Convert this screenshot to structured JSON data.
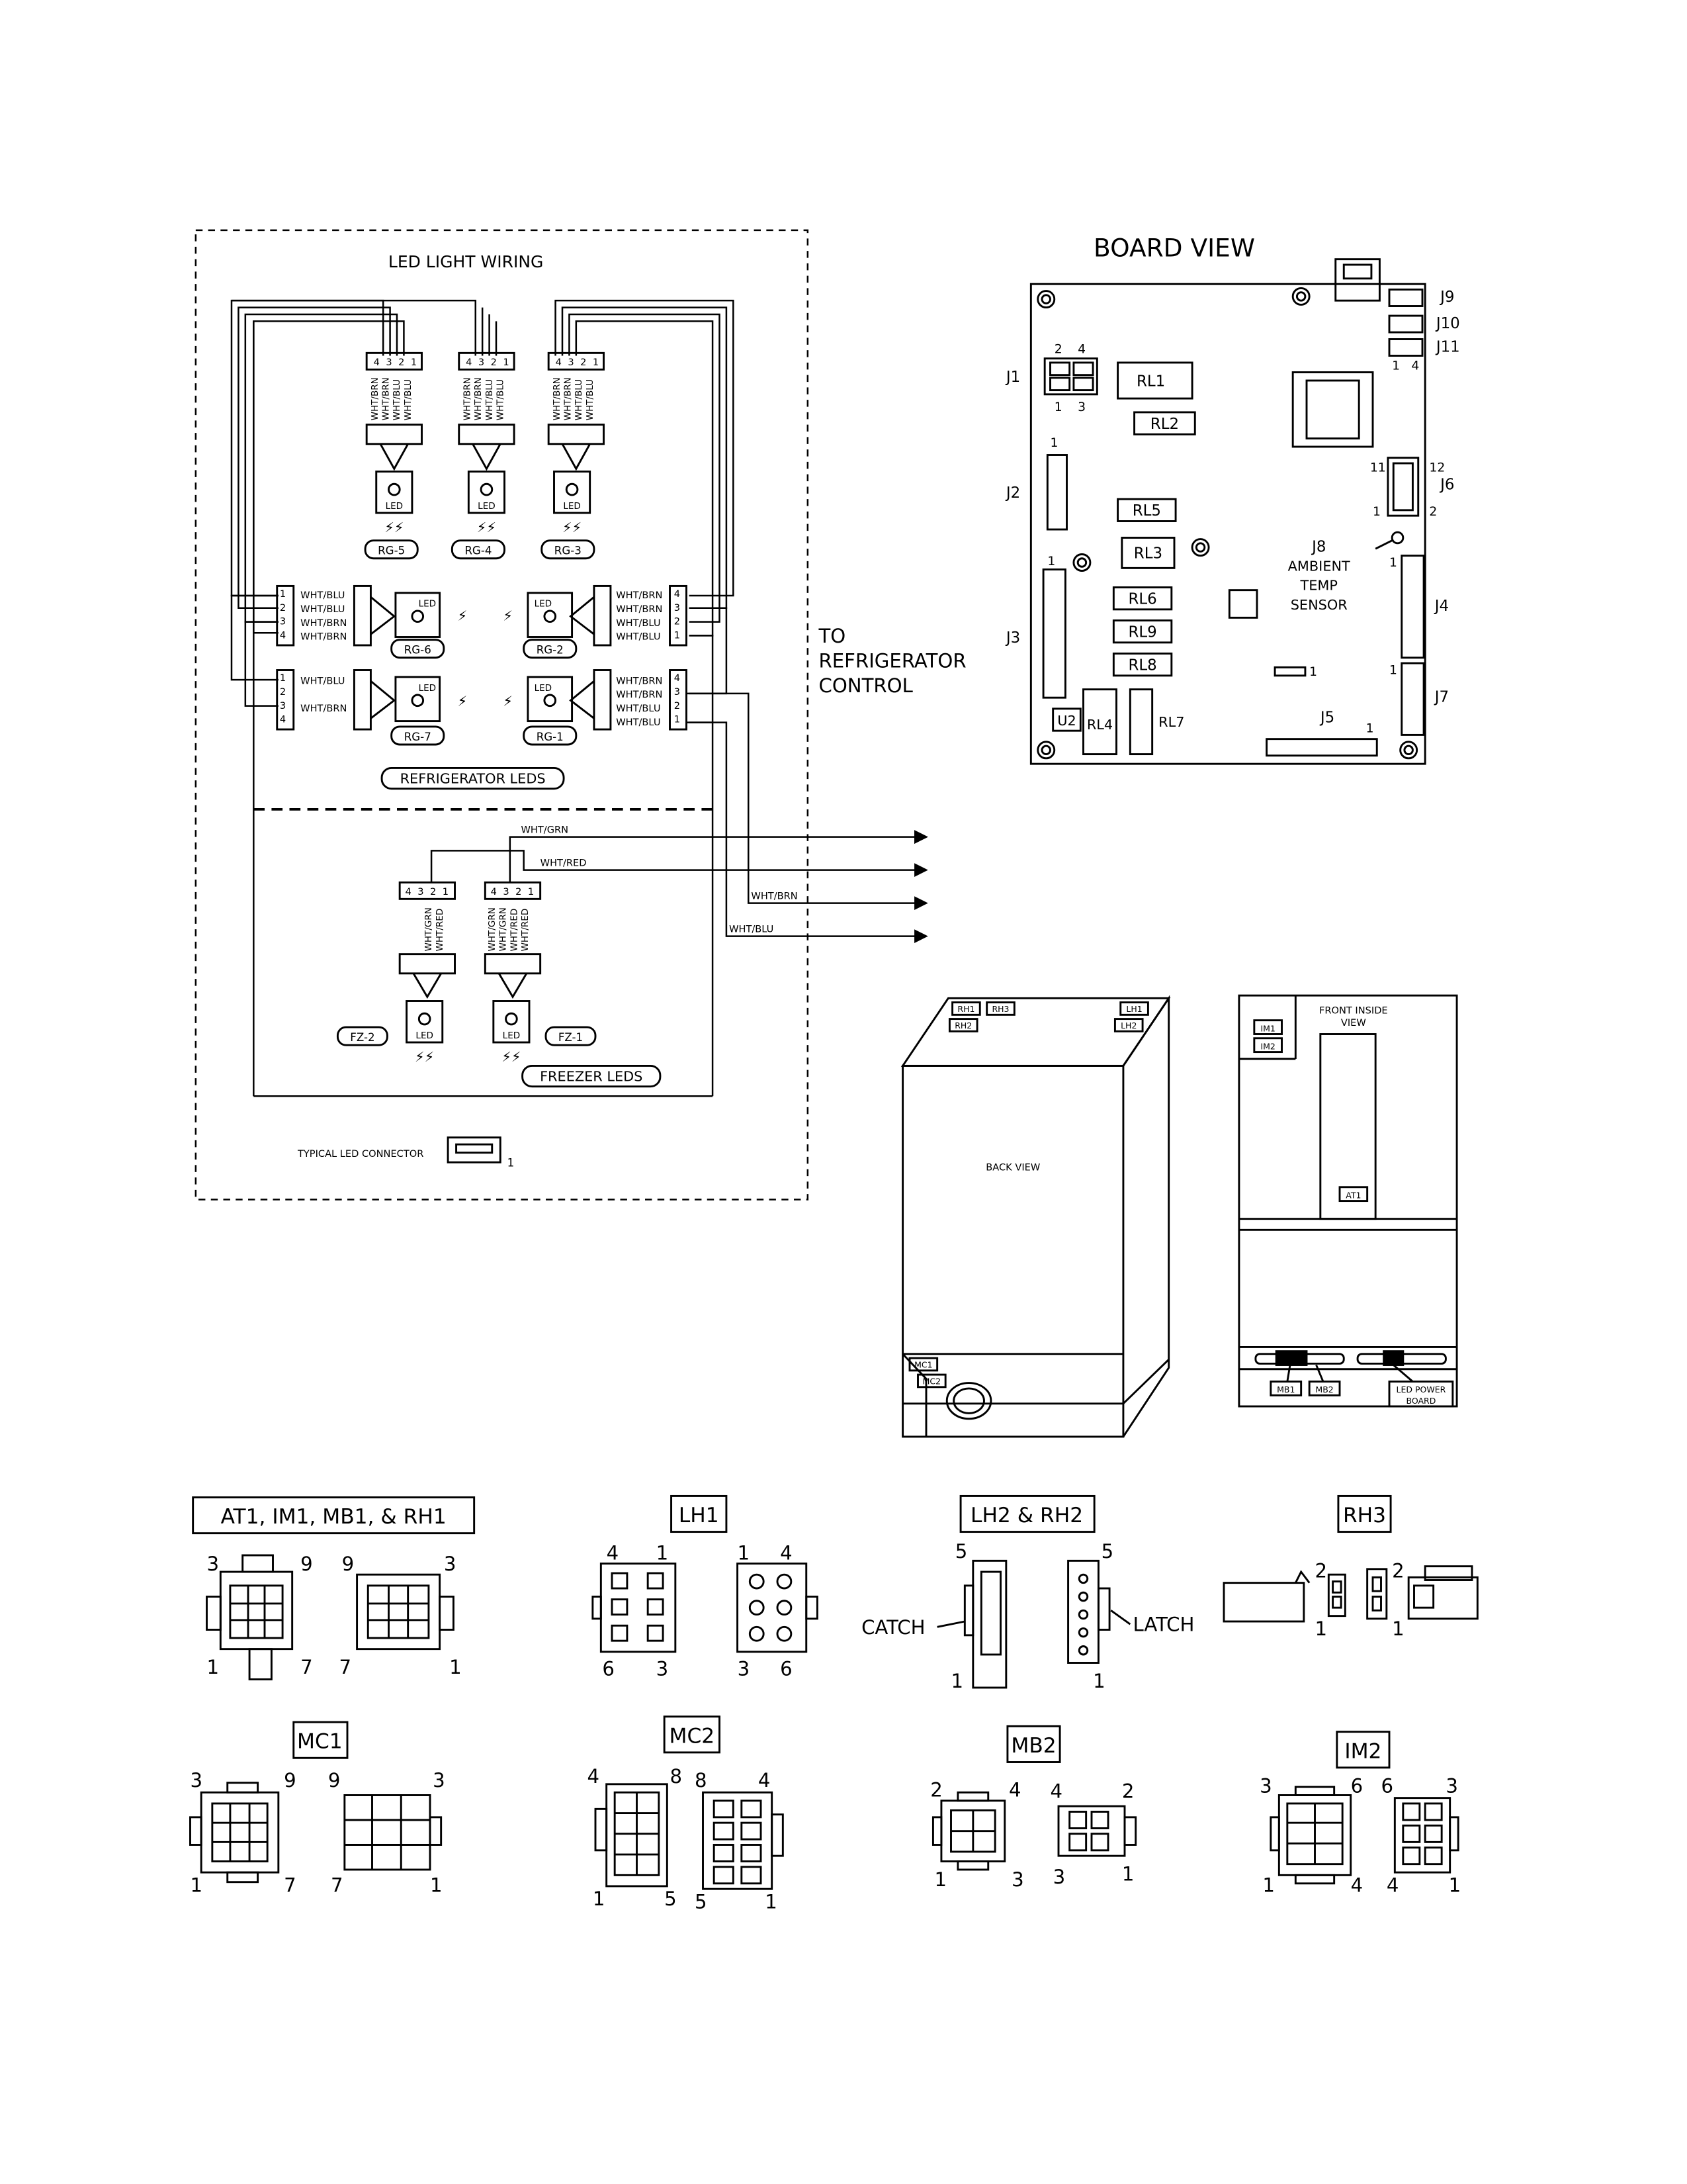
{
  "led_wiring": {
    "title": "LED LIGHT WIRING",
    "wire_brn": "WHT/BRN",
    "wire_blu": "WHT/BLU",
    "wire_grn": "WHT/GRN",
    "wire_red": "WHT/RED",
    "led_label": "LED",
    "top_leds": [
      "RG-5",
      "RG-4",
      "RG-3"
    ],
    "mid_leds": [
      "RG-6",
      "RG-2"
    ],
    "low_leds": [
      "RG-7",
      "RG-1"
    ],
    "freezer_led_tags": [
      "FZ-2",
      "FZ-1"
    ],
    "refrigerator_leds": "REFRIGERATOR LEDS",
    "freezer_leds": "FREEZER LEDS",
    "typical_connector": "TYPICAL LED CONNECTOR",
    "to_control": [
      "TO",
      "REFRIGERATOR",
      "CONTROL"
    ],
    "pins": [
      "1",
      "2",
      "3",
      "4"
    ]
  },
  "board_view": {
    "title": "BOARD VIEW",
    "connectors": [
      "J1",
      "J2",
      "J3",
      "J4",
      "J5",
      "J6",
      "J7",
      "J8",
      "J9",
      "J10",
      "J11"
    ],
    "relays": [
      "RL1",
      "RL2",
      "RL3",
      "RL4",
      "RL5",
      "RL6",
      "RL7",
      "RL8",
      "RL9"
    ],
    "u2": "U2",
    "sensor_lines": [
      "AMBIENT",
      "TEMP",
      "SENSOR"
    ]
  },
  "back_view": {
    "label": "BACK VIEW",
    "tags": [
      "RH1",
      "RH3",
      "RH2",
      "LH1",
      "LH2",
      "MC1",
      "MC2"
    ]
  },
  "front_view": {
    "label_lines": [
      "FRONT INSIDE",
      "VIEW"
    ],
    "tags": [
      "IM1",
      "IM2",
      "AT1",
      "MB1",
      "MB2"
    ],
    "power_board_lines": [
      "LED POWER",
      "BOARD"
    ]
  },
  "connector_details": {
    "at1_group": "AT1, IM1, MB1, & RH1",
    "lh1": "LH1",
    "lh2_rh2": "LH2 & RH2",
    "rh3": "RH3",
    "mc1": "MC1",
    "mc2": "MC2",
    "mb2": "MB2",
    "im2": "IM2",
    "catch": "CATCH",
    "latch": "LATCH"
  }
}
